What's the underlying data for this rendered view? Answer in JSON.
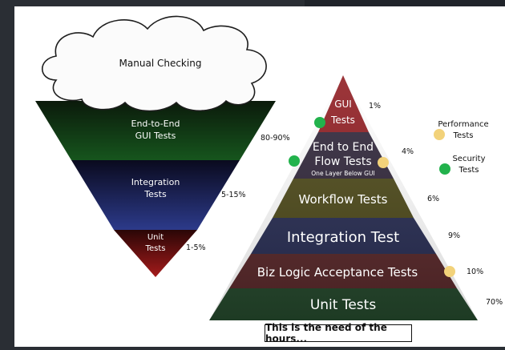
{
  "inverted": {
    "cloud_label": "Manual Checking",
    "layers": [
      {
        "label_lines": [
          "End-to-End",
          "GUI Tests"
        ],
        "percent": "80-90%",
        "color_top": "#0b1a0b",
        "color_bottom": "#16551d"
      },
      {
        "label_lines": [
          "Integration",
          "Tests"
        ],
        "percent": "5-15%",
        "color_top": "#0a0a1e",
        "color_bottom": "#2c3a8a"
      },
      {
        "label_lines": [
          "Unit",
          "Tests"
        ],
        "percent": "1-5%",
        "color_top": "#2a0606",
        "color_bottom": "#a51b1b"
      }
    ]
  },
  "pyramid": {
    "layers": [
      {
        "label_lines": [
          "GUI",
          "Tests"
        ],
        "percent": "1%",
        "color": "#8e1a1f"
      },
      {
        "label_lines": [
          "End to End",
          "Flow Tests"
        ],
        "sub_label": "One Layer Below GUI",
        "percent": "4%",
        "color": "#2e2438"
      },
      {
        "label_lines": [
          "Workflow Tests"
        ],
        "percent": "6%",
        "color": "#4b4717"
      },
      {
        "label_lines": [
          "Integration Test"
        ],
        "percent": "9%",
        "color": "#252a50"
      },
      {
        "label_lines": [
          "Biz Logic Acceptance Tests"
        ],
        "percent": "10%",
        "color": "#552527"
      },
      {
        "label_lines": [
          "Unit Tests"
        ],
        "percent": "70%",
        "color": "#23452a"
      }
    ],
    "legend": [
      {
        "label_lines": [
          "Performance",
          "Tests"
        ],
        "dot_color": "#f2d27a"
      },
      {
        "label_lines": [
          "Security",
          "Tests"
        ],
        "dot_color": "#22b24c"
      }
    ],
    "colors": {
      "green_dot": "#22b24c",
      "yellow_dot": "#f2d27a"
    }
  },
  "caption": "This is the need of the hours..."
}
